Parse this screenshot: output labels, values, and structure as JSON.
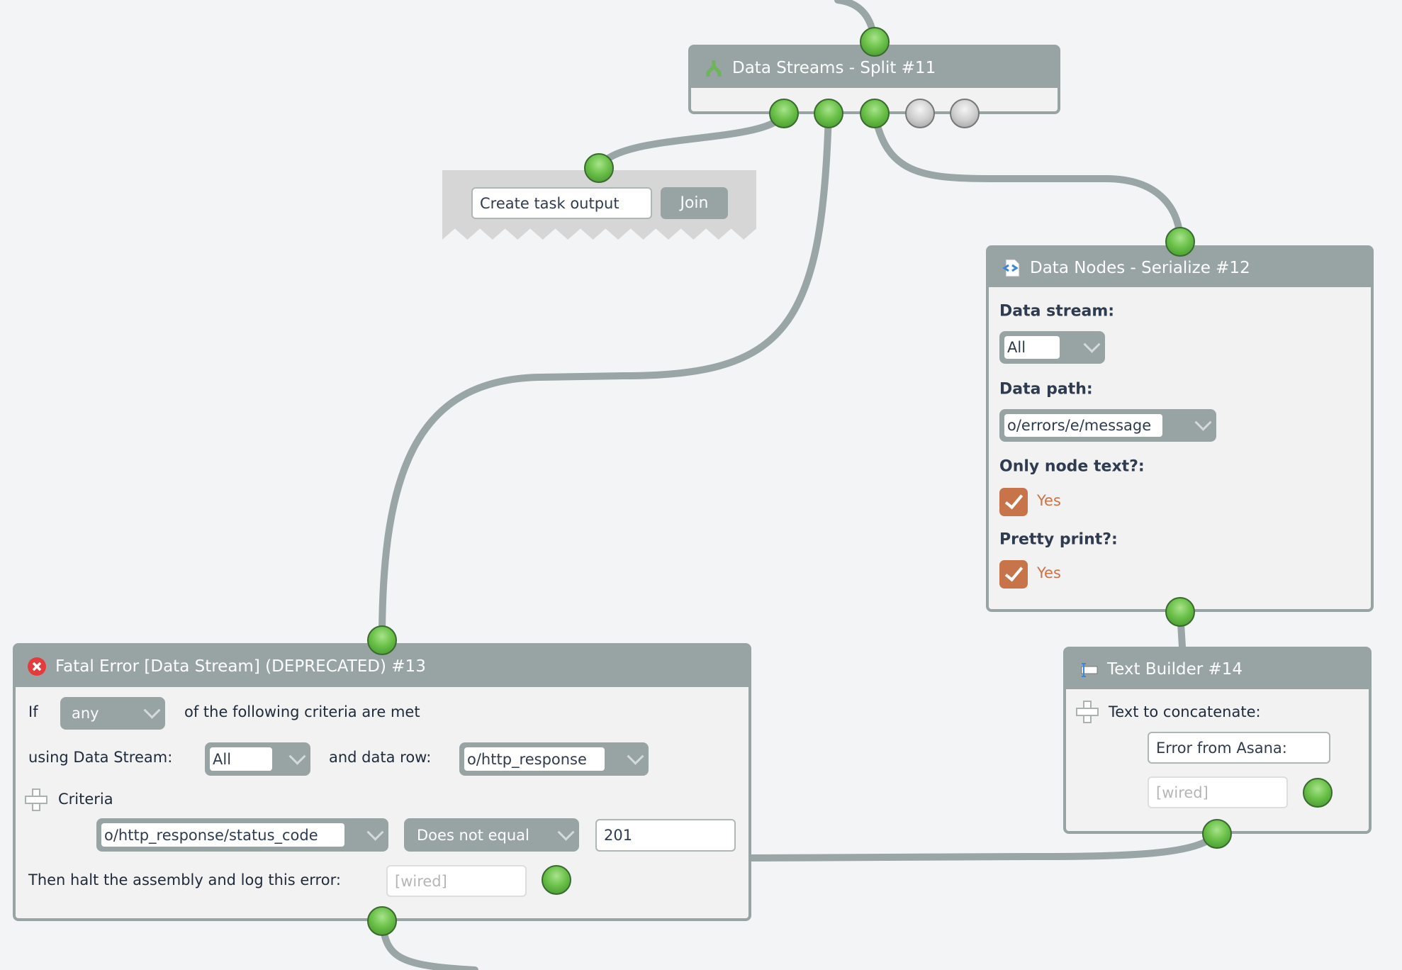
{
  "colors": {
    "header": "#98a4a3",
    "wire": "#9aa5a5",
    "body": "#f2f2f2",
    "accent_orange": "#c8744a",
    "port_green": "#6cc24a",
    "port_inactive": "#cfcfcf"
  },
  "split_node": {
    "title": "Data Streams - Split #11",
    "icon": "split-branch-icon",
    "outputs": [
      {
        "active": true
      },
      {
        "active": true
      },
      {
        "active": true
      },
      {
        "active": false
      },
      {
        "active": false
      }
    ]
  },
  "task_output": {
    "input_value": "Create task output",
    "join_label": "Join"
  },
  "serialize_node": {
    "title": "Data Nodes - Serialize #12",
    "icon": "document-code-icon",
    "data_stream_label": "Data stream:",
    "data_stream_value": "All",
    "data_path_label": "Data path:",
    "data_path_value": "o/errors/e/message",
    "only_node_text_label": "Only node text?:",
    "only_node_text_value": "Yes",
    "only_node_text_checked": true,
    "pretty_print_label": "Pretty print?:",
    "pretty_print_value": "Yes",
    "pretty_print_checked": true
  },
  "text_builder_node": {
    "title": "Text Builder #14",
    "icon": "text-builder-icon",
    "concat_label": "Text to concatenate:",
    "text_value": "Error from Asana:",
    "wired_placeholder": "[wired]"
  },
  "fatal_error_node": {
    "title": "Fatal Error [Data Stream] (DEPRECATED) #13",
    "icon": "error-x-icon",
    "if_label": "If",
    "match_value": "any",
    "criteria_met_label": "of the following criteria are met",
    "using_stream_label": "using Data Stream:",
    "stream_value": "All",
    "data_row_label": "and data row:",
    "data_row_value": "o/http_response",
    "criteria_label": "Criteria",
    "criteria_field": "o/http_response/status_code",
    "criteria_operator": "Does not equal",
    "criteria_value": "201",
    "halt_label": "Then halt the assembly and log this error:",
    "wired_placeholder": "[wired]"
  }
}
